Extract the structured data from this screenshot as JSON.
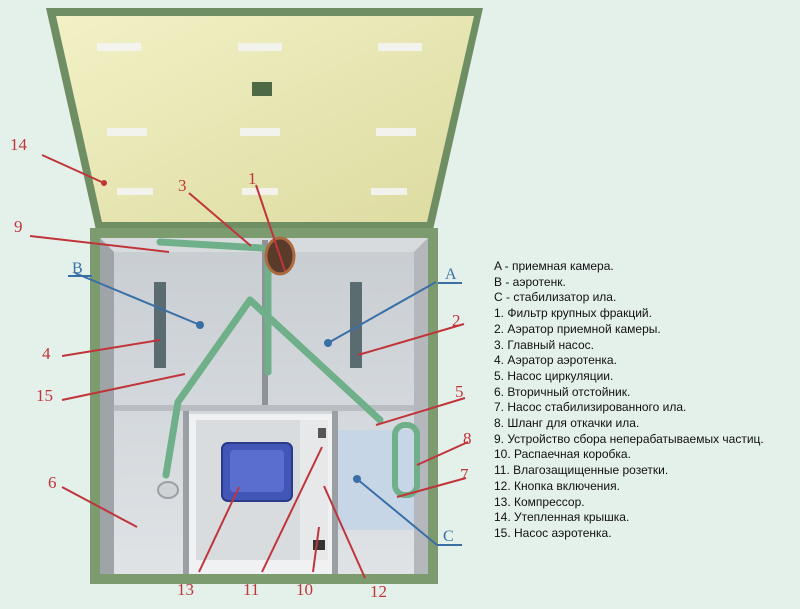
{
  "legend": [
    "A - приемная камера.",
    "B - аэротенк.",
    "C - стабилизатор ила.",
    "1. Фильтр крупных фракций.",
    "2. Аэратор приемной камеры.",
    "3. Главный насос.",
    "4. Аэратор аэротенка.",
    "5. Насос циркуляции.",
    "6. Вторичный отстойник.",
    "7. Насос стабилизированного ила.",
    "8. Шланг для откачки ила.",
    "9. Устройство сбора неперабатываемых частиц.",
    "10. Распаечная коробка.",
    "11. Влагозащищенные розетки.",
    "12. Кнопка включения.",
    "13. Компрессор.",
    "14. Утепленная крышка.",
    "15. Насос аэротенка."
  ],
  "callouts": {
    "n1": "1",
    "n2": "2",
    "n3": "3",
    "n4": "4",
    "n5": "5",
    "n6": "6",
    "n7": "7",
    "n8": "8",
    "n9": "9",
    "n10": "10",
    "n11": "11",
    "n12": "12",
    "n13": "13",
    "n14": "14",
    "n15": "15",
    "A": "A",
    "B": "B",
    "C": "C"
  },
  "colors": {
    "callout_number": "#c0353a",
    "callout_letter": "#3a6fa6",
    "lid": "#ecebb3",
    "frame": "#7a9a70",
    "pipe": "#6fb08a"
  }
}
